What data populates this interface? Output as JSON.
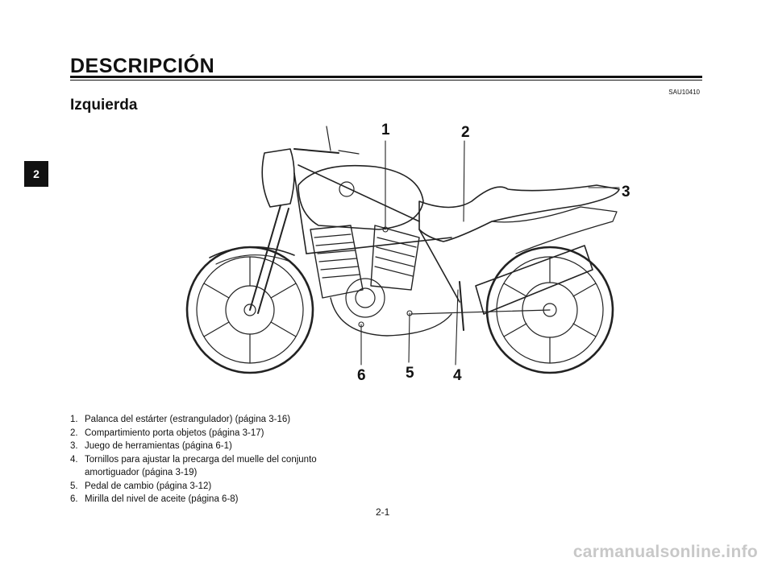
{
  "page": {
    "title": "DESCRIPCIÓN",
    "code": "SAU10410",
    "section": "Izquierda",
    "chapter_tab": "2",
    "page_number": "2-1",
    "watermark": "carmanualsonline.info"
  },
  "diagram": {
    "callouts": [
      {
        "label": "1"
      },
      {
        "label": "2"
      },
      {
        "label": "3"
      },
      {
        "label": "4"
      },
      {
        "label": "5"
      },
      {
        "label": "6"
      }
    ],
    "stroke_color": "#222222"
  },
  "parts": [
    {
      "num": "1.",
      "text": "Palanca del estárter (estrangulador) (página 3-16)"
    },
    {
      "num": "2.",
      "text": "Compartimiento porta objetos (página 3-17)"
    },
    {
      "num": "3.",
      "text": "Juego de herramientas (página 6-1)"
    },
    {
      "num": "4.",
      "text": "Tornillos para ajustar la precarga del muelle del conjunto amortiguador (página 3-19)"
    },
    {
      "num": "5.",
      "text": "Pedal de cambio (página 3-12)"
    },
    {
      "num": "6.",
      "text": "Mirilla del nivel de aceite (página 6-8)"
    }
  ]
}
